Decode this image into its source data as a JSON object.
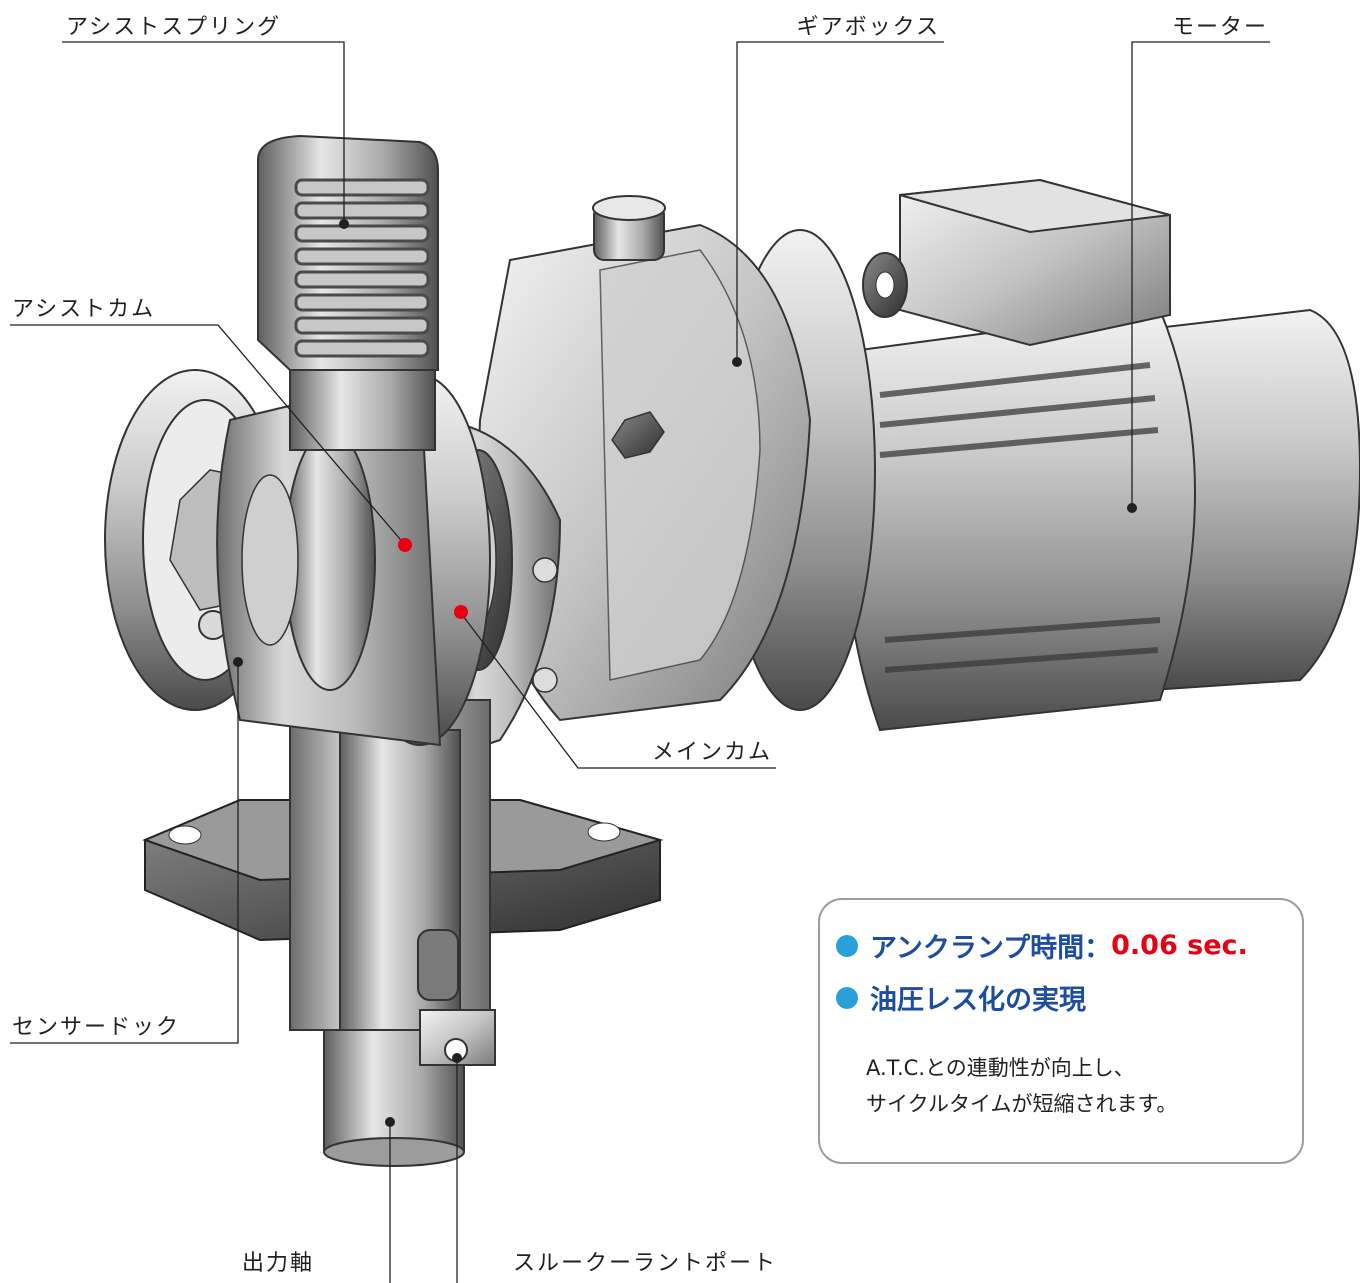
{
  "labels": {
    "assist_spring": "アシストスプリング",
    "gearbox": "ギアボックス",
    "motor": "モーター",
    "assist_cam": "アシストカム",
    "main_cam": "メインカム",
    "sensor_dock": "センサードック",
    "output_shaft": "出力軸",
    "through_coolant_port": "スルークーラントポート"
  },
  "features": {
    "unclamp_label": "アンクランプ時間：",
    "unclamp_value": "0.06 sec.",
    "hydraulic_less": "油圧レス化の実現",
    "description_line1": "A.T.C.との連動性が向上し、",
    "description_line2": "サイクルタイムが短縮されます。"
  },
  "colors": {
    "leader": "#231f20",
    "highlight_dot": "#e60012",
    "heading_text": "#1d4d9e",
    "bullet": "#2aa0da",
    "box_border": "#9d9d9d"
  }
}
